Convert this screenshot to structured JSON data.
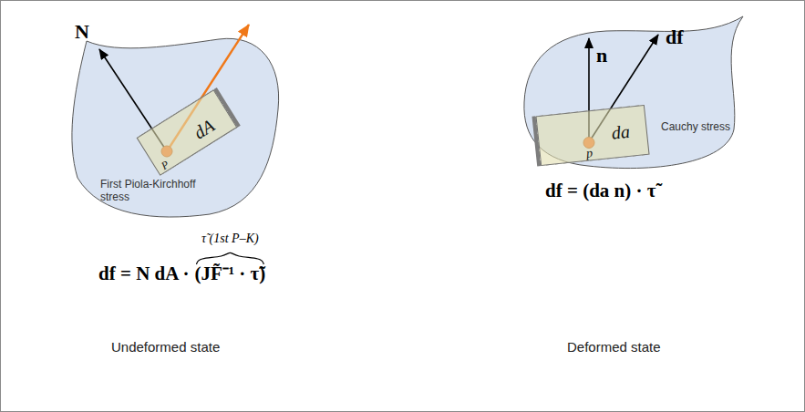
{
  "diagram": {
    "nodes": [
      {
        "text": [
          "First Piola-Kirchhoff stress"
        ]
      },
      {
        "text": [
          "dA",
          "P"
        ],
        "in": 0
      },
      {
        "text": [
          "Cauchy stress"
        ]
      },
      {
        "text": [
          "p",
          "da"
        ],
        "in": 2
      }
    ],
    "labels": [
      "N",
      "τ̃ (1st P–K)",
      "df = N dA ·",
      "(JF̃⁻¹ · τ̃)",
      "Undeformed state",
      "n",
      "df",
      "df = (da n) · τ̃",
      "Deformed state"
    ]
  }
}
